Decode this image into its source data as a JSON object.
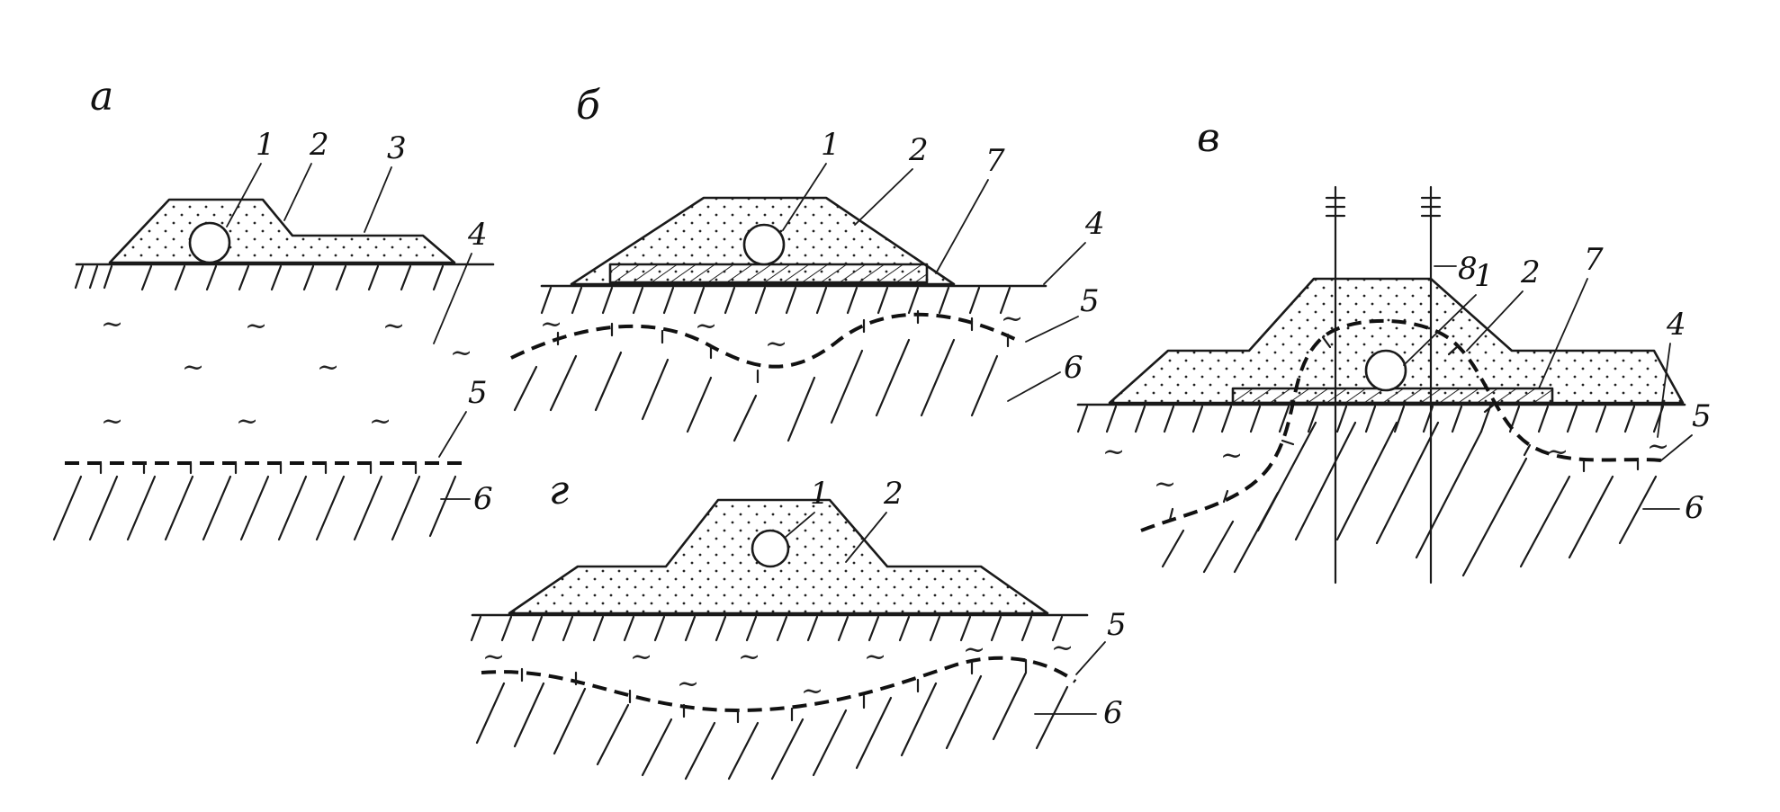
{
  "panels": {
    "a": {
      "label": "а",
      "numbers": {
        "n1": "1",
        "n2": "2",
        "n3": "3",
        "n4": "4",
        "n5": "5",
        "n6": "6"
      }
    },
    "b": {
      "label": "б",
      "numbers": {
        "n1": "1",
        "n2": "2",
        "n7": "7",
        "n4": "4",
        "n5": "5",
        "n6": "6"
      }
    },
    "v": {
      "label": "в",
      "numbers": {
        "n8": "8",
        "n1": "1",
        "n2": "2",
        "n7": "7",
        "n4": "4",
        "n5": "5",
        "n6": "6"
      }
    },
    "g": {
      "label": "г",
      "numbers": {
        "n1": "1",
        "n2": "2",
        "n5": "5",
        "n6": "6"
      }
    }
  },
  "symbols": {
    "water": "~"
  },
  "colors": {
    "ink": "#1a1a1a",
    "background": "#ffffff"
  }
}
